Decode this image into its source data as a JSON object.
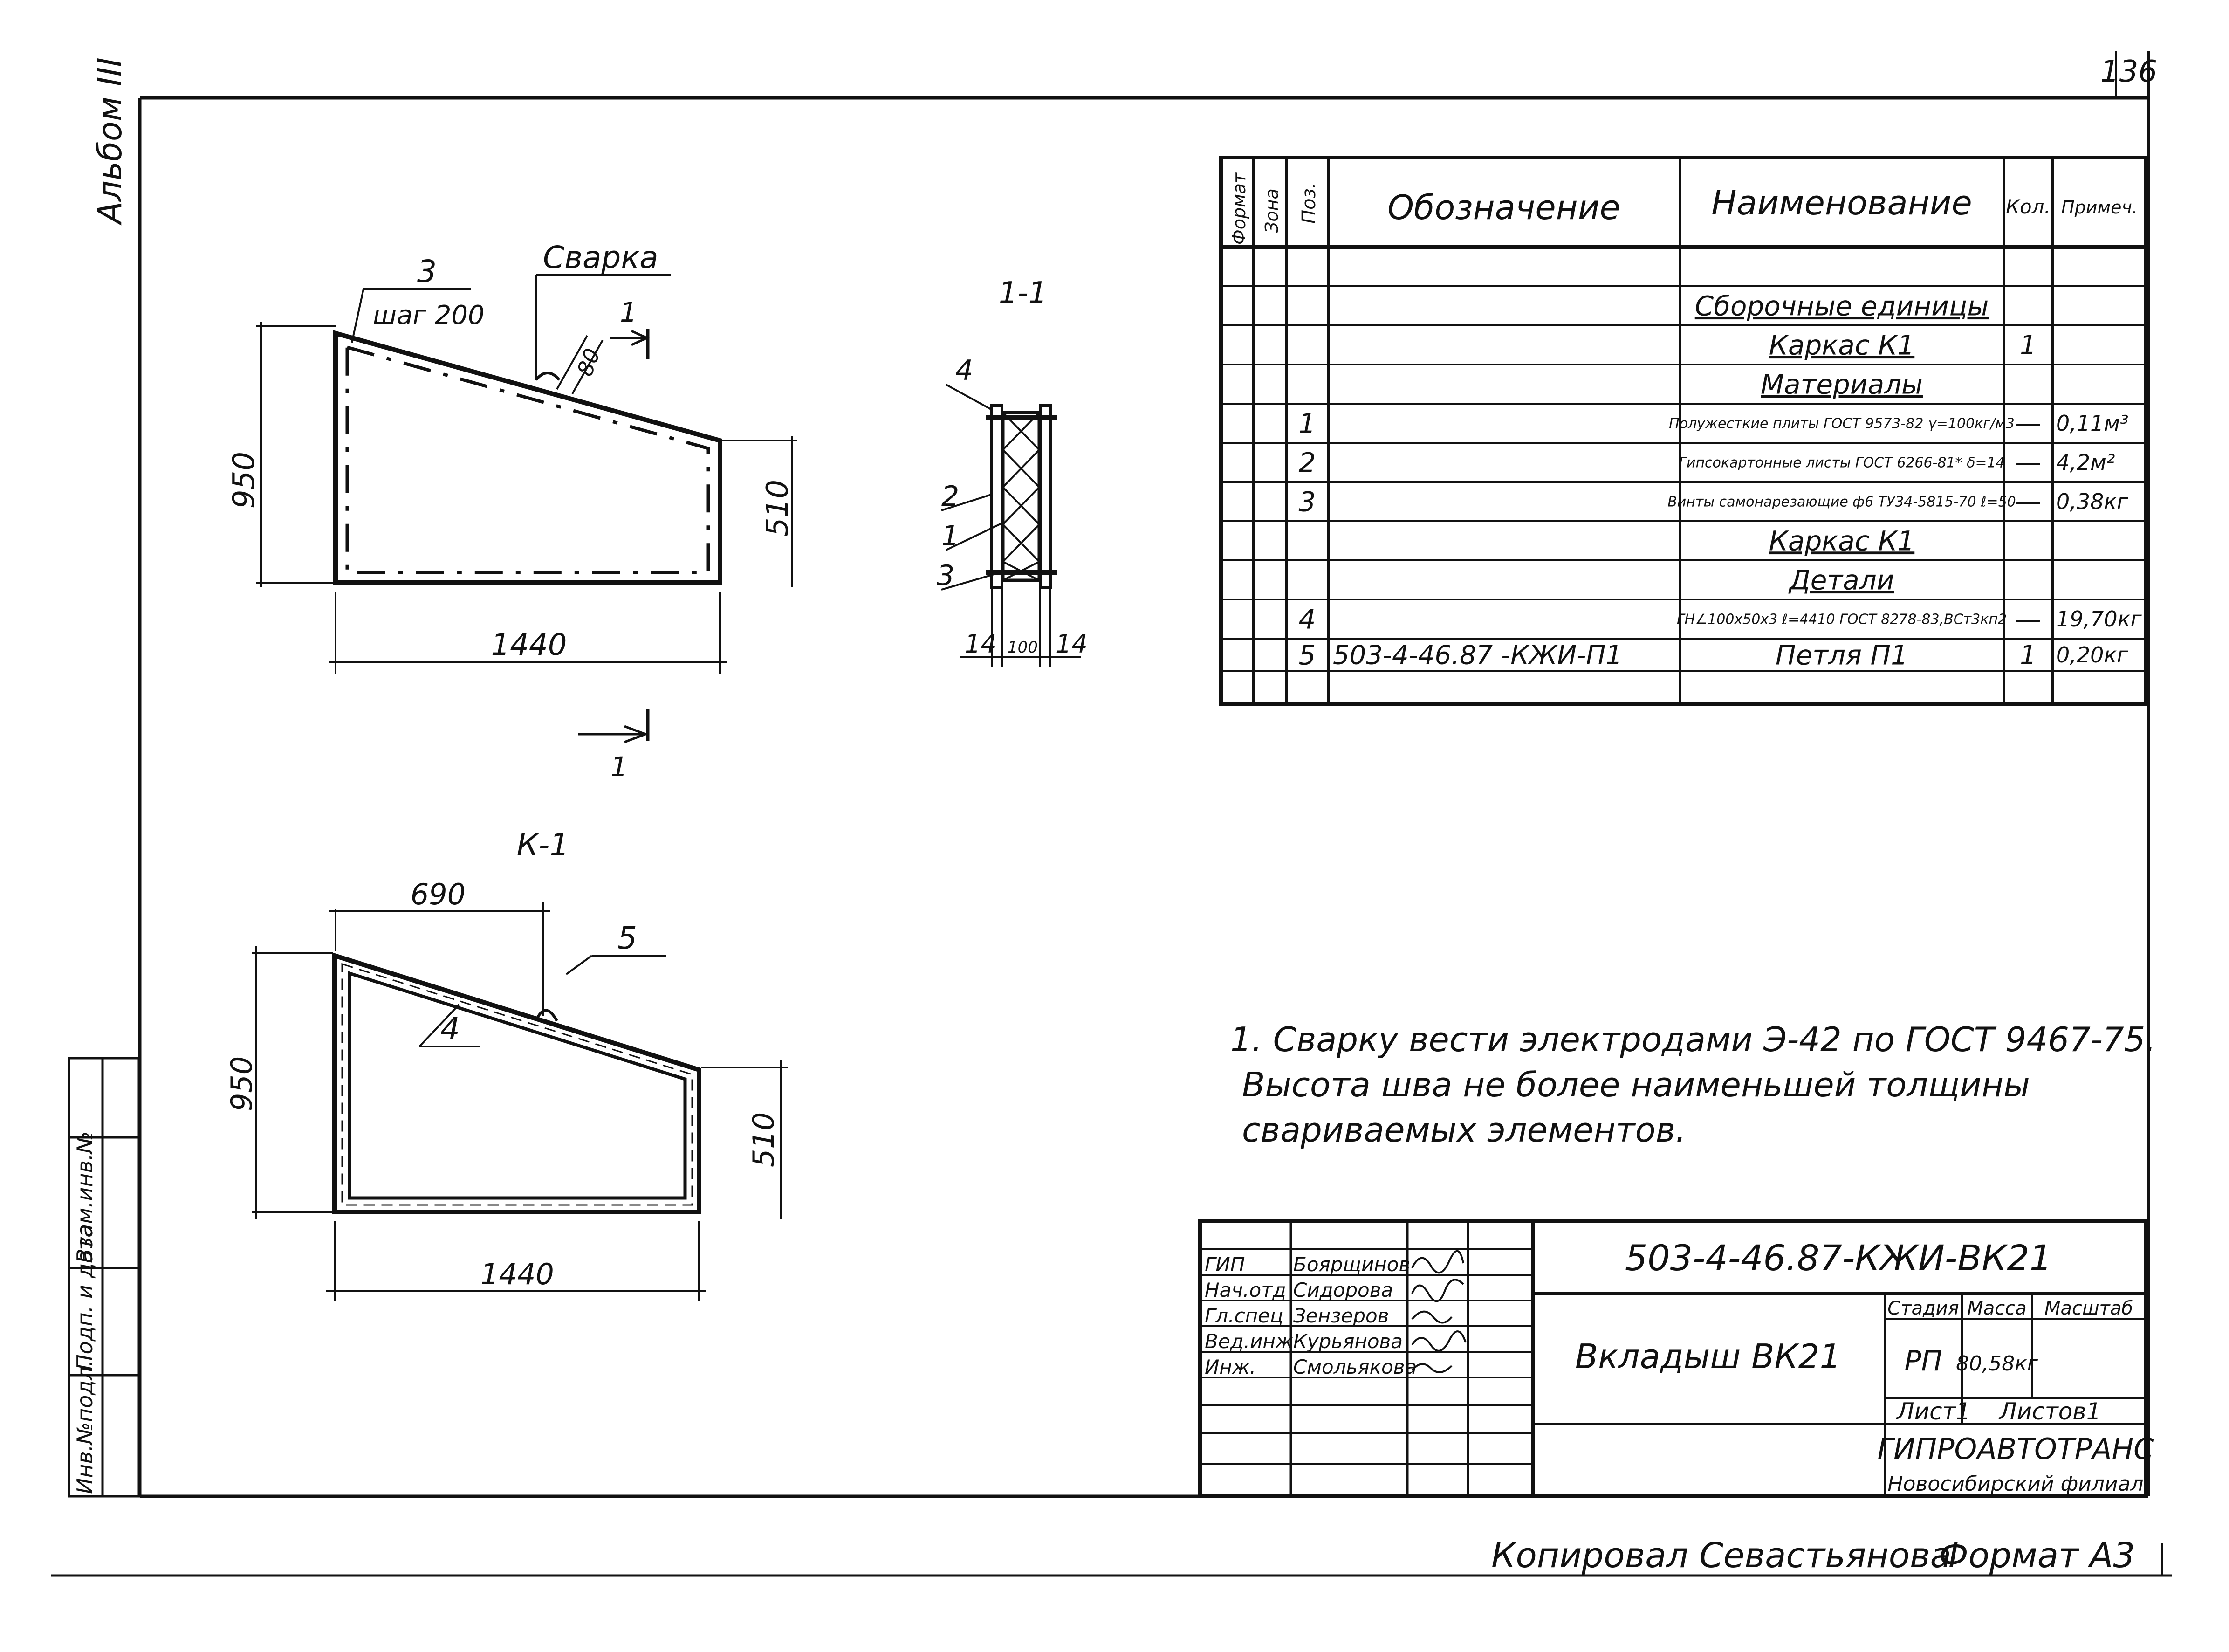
{
  "page_number": "136",
  "album": "Альбом III",
  "side_stamp": [
    "Инв.№подл.",
    "Подп. и дата",
    "Взам.инв.№"
  ],
  "view_main": {
    "weld_label": "Сварка",
    "pos_label": "3",
    "step_label": "шаг 200",
    "dim_80": "80",
    "dim_height": "950",
    "dim_right": "510",
    "dim_width": "1440",
    "cut_label": "1"
  },
  "section": {
    "title": "1-1",
    "callouts": [
      "4",
      "2",
      "1",
      "3"
    ],
    "dims": [
      "14",
      "100",
      "14"
    ]
  },
  "frame_view": {
    "title": "К-1",
    "dim_top": "690",
    "pos5": "5",
    "pos4": "4",
    "dim_height": "950",
    "dim_right": "510",
    "dim_width": "1440"
  },
  "spec": {
    "headers": [
      "Формат",
      "Зона",
      "Поз.",
      "Обозначение",
      "Наименование",
      "Кол.",
      "Примеч."
    ],
    "rows": [
      {
        "pos": "",
        "designation": "",
        "name": "",
        "qty": "",
        "note": ""
      },
      {
        "pos": "",
        "designation": "",
        "name": "Сборочные единицы",
        "qty": "",
        "note": ""
      },
      {
        "pos": "",
        "designation": "",
        "name": "Каркас К1",
        "qty": "1",
        "note": ""
      },
      {
        "pos": "",
        "designation": "",
        "name": "Материалы",
        "qty": "",
        "note": ""
      },
      {
        "pos": "1",
        "designation": "",
        "name": "Полужесткие плиты ГОСТ 9573-82 γ=100кг/м3",
        "qty": "—",
        "note": "0,11м³"
      },
      {
        "pos": "2",
        "designation": "",
        "name": "Гипсокартонные листы ГОСТ 6266-81* δ=14",
        "qty": "—",
        "note": "4,2м²"
      },
      {
        "pos": "3",
        "designation": "",
        "name": "Винты самонарезающие ф6 ТУ34-5815-70 ℓ=50",
        "qty": "—",
        "note": "0,38кг"
      },
      {
        "pos": "",
        "designation": "",
        "name": "Каркас К1",
        "qty": "",
        "note": ""
      },
      {
        "pos": "",
        "designation": "",
        "name": "Детали",
        "qty": "",
        "note": ""
      },
      {
        "pos": "4",
        "designation": "",
        "name": "ГН∠100х50х3 ℓ=4410 ГОСТ 8278-83,ВСт3кп2",
        "qty": "—",
        "note": "19,70кг"
      },
      {
        "pos": "5",
        "designation": "503-4-46.87 -КЖИ-П1",
        "name": "Петля П1",
        "qty": "1",
        "note": "0,20кг"
      }
    ]
  },
  "notes": [
    "1. Сварку вести электродами Э-42 по ГОСТ 9467-75.",
    "Высота шва не более наименьшей толщины",
    "свариваемых элементов."
  ],
  "title_block": {
    "doc_code": "503-4-46.87-КЖИ-ВК21",
    "item_name": "Вкладыш ВК21",
    "people": [
      {
        "role": "ГИП",
        "name": "Боярщинов"
      },
      {
        "role": "Нач.отд",
        "name": "Сидорова"
      },
      {
        "role": "Гл.спец",
        "name": "Зензеров"
      },
      {
        "role": "Вед.инж",
        "name": "Курьянова"
      },
      {
        "role": "Инж.",
        "name": "Смольякова"
      }
    ],
    "stage_label": "Стадия",
    "mass_label": "Масса",
    "scale_label": "Масштаб",
    "stage": "РП",
    "mass": "80,58кг",
    "sheet_label": "Лист1",
    "sheets_label": "Листов1",
    "org": "ГИПРОАВТОТРАНС",
    "branch": "Новосибирский филиал"
  },
  "footer": {
    "copied": "Копировал Севастьянова",
    "format": "Формат А3"
  }
}
